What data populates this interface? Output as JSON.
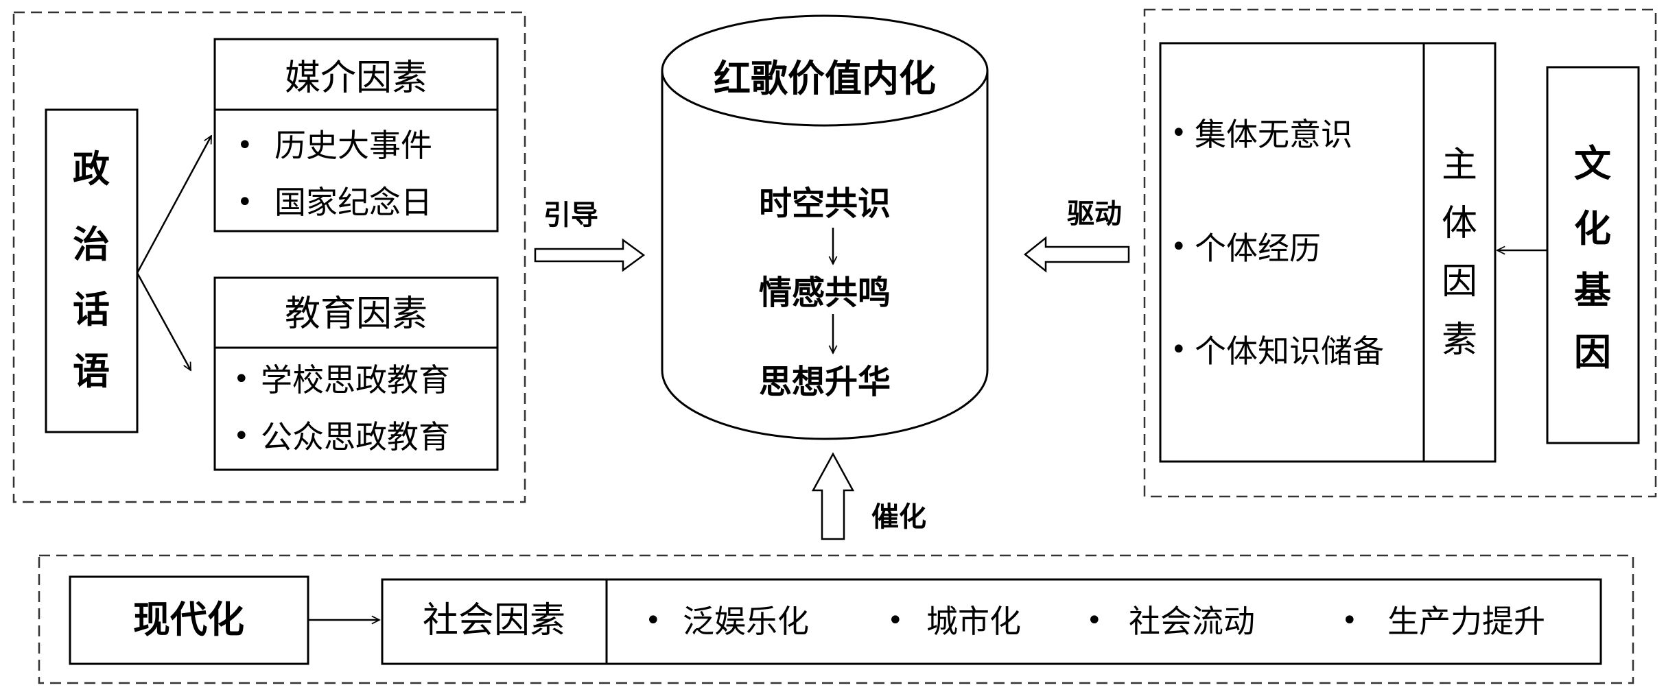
{
  "politics": {
    "title": "政治话语",
    "chars": [
      "政",
      "治",
      "话",
      "语"
    ],
    "media": {
      "title": "媒介因素",
      "items": [
        "历史大事件",
        "国家纪念日"
      ]
    },
    "education": {
      "title": "教育因素",
      "items": [
        "学校思政教育",
        "公众思政教育"
      ]
    }
  },
  "center": {
    "title": "红歌价值内化",
    "steps": [
      "时空共识",
      "情感共鸣",
      "思想升华"
    ]
  },
  "culture": {
    "title": "文化基因",
    "chars": [
      "文",
      "化",
      "基",
      "因"
    ],
    "subject": {
      "title": "主体因素",
      "chars": [
        "主",
        "体",
        "因",
        "素"
      ]
    },
    "items": [
      "集体无意识",
      "个体经历",
      "个体知识储备"
    ]
  },
  "modern": {
    "title": "现代化",
    "social": {
      "title": "社会因素",
      "items": [
        "泛娱乐化",
        "城市化",
        "社会流动",
        "生产力提升"
      ]
    }
  },
  "arrows": {
    "guide": "引导",
    "drive": "驱动",
    "catalyze": "催化"
  },
  "bullet": "•"
}
